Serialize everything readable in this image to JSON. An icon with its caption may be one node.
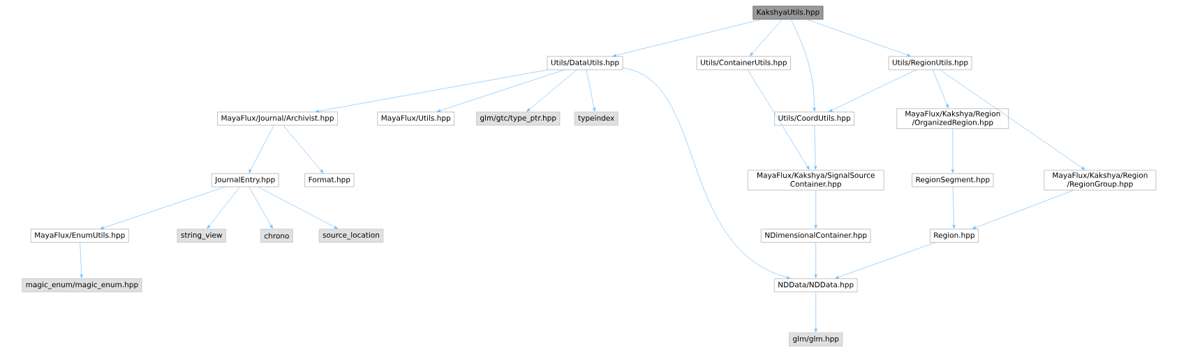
{
  "diagram": {
    "nodes": [
      {
        "text": [
          "KakshyaUtils.hpp"
        ]
      },
      {
        "text": [
          "Utils/DataUtils.hpp"
        ]
      },
      {
        "text": [
          "Utils/ContainerUtils.hpp"
        ]
      },
      {
        "text": [
          "Utils/RegionUtils.hpp"
        ]
      },
      {
        "text": [
          "MayaFlux/Journal/Archivist.hpp"
        ]
      },
      {
        "text": [
          "MayaFlux/Utils.hpp"
        ]
      },
      {
        "text": [
          "glm/gtc/type_ptr.hpp"
        ]
      },
      {
        "text": [
          "typeindex"
        ]
      },
      {
        "text": [
          "Utils/CoordUtils.hpp"
        ]
      },
      {
        "text": [
          "MayaFlux/Kakshya/Region /OrganizedRegion.hpp"
        ]
      },
      {
        "text": [
          "JournalEntry.hpp"
        ]
      },
      {
        "text": [
          "Format.hpp"
        ]
      },
      {
        "text": [
          "MayaFlux/Kakshya/SignalSource Container.hpp"
        ]
      },
      {
        "text": [
          "RegionSegment.hpp"
        ]
      },
      {
        "text": [
          "MayaFlux/Kakshya/Region /RegionGroup.hpp"
        ]
      },
      {
        "text": [
          "MayaFlux/EnumUtils.hpp"
        ]
      },
      {
        "text": [
          "string_view"
        ]
      },
      {
        "text": [
          "chrono"
        ]
      },
      {
        "text": [
          "source_location"
        ]
      },
      {
        "text": [
          "NDimensionalContainer.hpp"
        ]
      },
      {
        "text": [
          "Region.hpp"
        ]
      },
      {
        "text": [
          "magic_enum/magic_enum.hpp"
        ]
      },
      {
        "text": [
          "NDData/NDData.hpp"
        ]
      },
      {
        "text": [
          "glm/glm.hpp"
        ]
      }
    ],
    "edges": [
      {
        "from": 0,
        "to": 1,
        "arrow": "to"
      },
      {
        "from": 0,
        "to": 2,
        "arrow": "to"
      },
      {
        "from": 0,
        "to": 8,
        "arrow": "to"
      },
      {
        "from": 0,
        "to": 3,
        "arrow": "to"
      },
      {
        "from": 1,
        "to": 4,
        "arrow": "to"
      },
      {
        "from": 1,
        "to": 5,
        "arrow": "to"
      },
      {
        "from": 1,
        "to": 6,
        "arrow": "to"
      },
      {
        "from": 1,
        "to": 7,
        "arrow": "to"
      },
      {
        "from": 1,
        "to": 22,
        "arrow": "to"
      },
      {
        "from": 2,
        "to": 12,
        "arrow": "to"
      },
      {
        "from": 3,
        "to": 8,
        "arrow": "to"
      },
      {
        "from": 3,
        "to": 9,
        "arrow": "to"
      },
      {
        "from": 3,
        "to": 14,
        "arrow": "to"
      },
      {
        "from": 4,
        "to": 10,
        "arrow": "to"
      },
      {
        "from": 4,
        "to": 11,
        "arrow": "to"
      },
      {
        "from": 8,
        "to": 12,
        "arrow": "to"
      },
      {
        "from": 9,
        "to": 13,
        "arrow": "to"
      },
      {
        "from": 10,
        "to": 15,
        "arrow": "to"
      },
      {
        "from": 10,
        "to": 16,
        "arrow": "to"
      },
      {
        "from": 10,
        "to": 17,
        "arrow": "to"
      },
      {
        "from": 10,
        "to": 18,
        "arrow": "to"
      },
      {
        "from": 12,
        "to": 19,
        "arrow": "to"
      },
      {
        "from": 13,
        "to": 20,
        "arrow": "to"
      },
      {
        "from": 14,
        "to": 20,
        "arrow": "to"
      },
      {
        "from": 15,
        "to": 21,
        "arrow": "to"
      },
      {
        "from": 19,
        "to": 22,
        "arrow": "to"
      },
      {
        "from": 20,
        "to": 22,
        "arrow": "to"
      },
      {
        "from": 22,
        "to": 23,
        "arrow": "to"
      }
    ]
  }
}
